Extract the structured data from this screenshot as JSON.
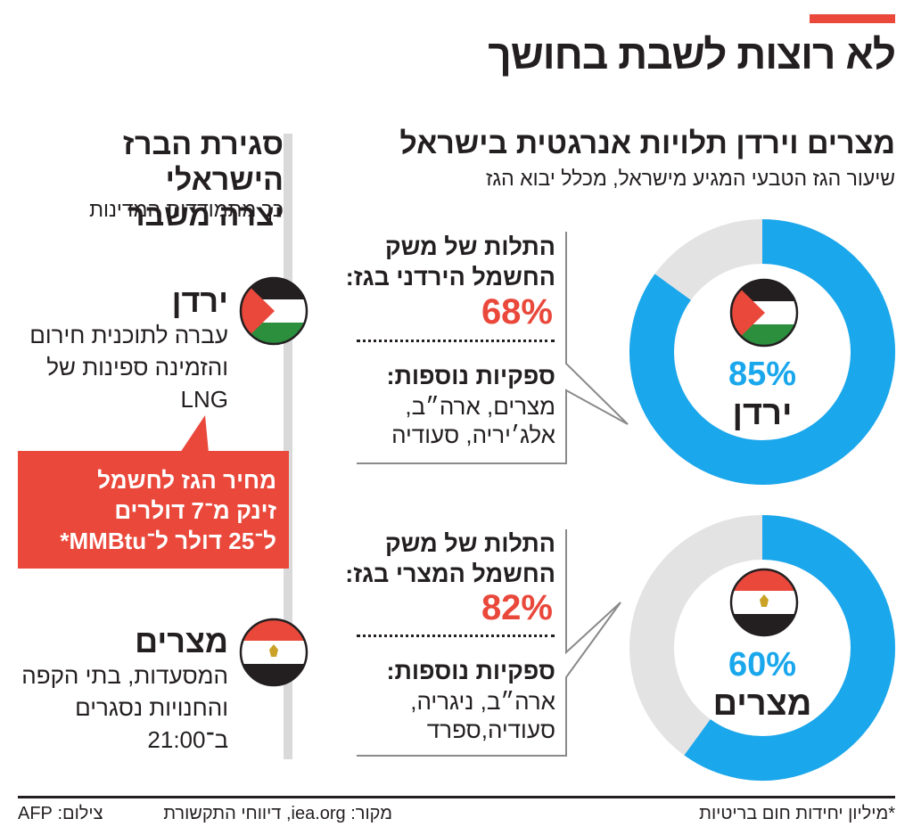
{
  "title": "לא רוצות לשבת בחושך",
  "colors": {
    "accent": "#e9483b",
    "blue": "#1aa7ec",
    "gray": "#e3e3e3",
    "red_box": "#e9483b",
    "text": "#231f20"
  },
  "right_panel": {
    "header": "מצרים וירדן תלויות אנרגטית בישראל",
    "subheader": "שיעור הגז הטבעי המגיע מישראל, מכלל יבוא הגז"
  },
  "left_panel": {
    "header_line1": "סגירת הברז הישראלי",
    "header_line2": "יצרה משבר",
    "subheader": "כך מתמודדות המדינות"
  },
  "chart_data": [
    {
      "type": "pie",
      "categories": [
        "ירדן"
      ],
      "values": [
        85
      ],
      "unit": "%",
      "label": "ירדן",
      "value_label": "85%"
    },
    {
      "type": "pie",
      "categories": [
        "מצרים"
      ],
      "values": [
        60
      ],
      "unit": "%",
      "label": "מצרים",
      "value_label": "60%"
    }
  ],
  "jordan": {
    "box_title": "התלות של משק החשמל הירדני בגז:",
    "box_pct": "68%",
    "extra_title": "ספקיות נוספות:",
    "extra_text": "מצרים, ארה״ב, אלג׳יריה, סעודיה",
    "left_name": "ירדן",
    "left_text": "עברה לתוכנית חירום והזמינה ספינות של LNG"
  },
  "egypt": {
    "box_title": "התלות של משק החשמל המצרי בגז:",
    "box_pct": "82%",
    "extra_title": "ספקיות נוספות:",
    "extra_text": "ארה״ב, ניגריה, סעודיה,ספרד",
    "left_name": "מצרים",
    "left_text": "המסעדות, בתי הקפה והחנויות נסגרים ב־21:00"
  },
  "callout": {
    "line1": "מחיר הגז לחשמל",
    "line2": "זינק מ־7 דולרים",
    "line3": "ל־25 דולר ל־MMBtu*"
  },
  "footer": {
    "note": "*מיליון יחידות חום בריטיות",
    "source": "מקור: iea.org, דיווחי התקשורת",
    "photo": "צילום: AFP"
  }
}
